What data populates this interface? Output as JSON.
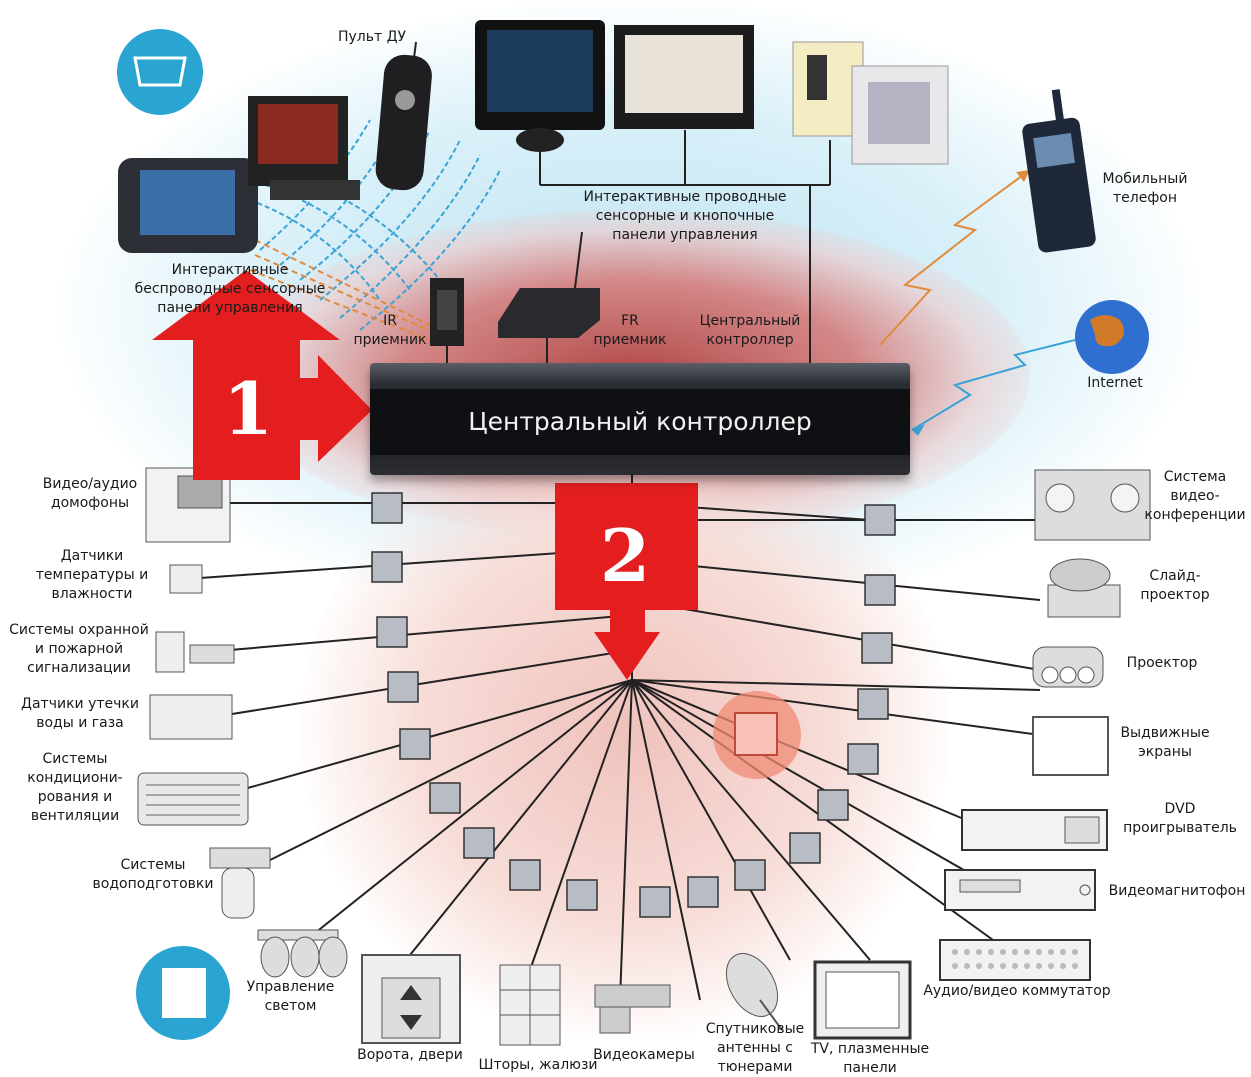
{
  "controller_title": "Центральный контроллер",
  "markers": {
    "one": "1",
    "two": "2"
  },
  "colors": {
    "marker_red": "#e41e1e",
    "wireless_blue": "#3aa3d6",
    "halo_red": "#d98080",
    "background_blue": "#d6eef7"
  },
  "top_labels": {
    "remote": "Пульт ДУ",
    "wired_panels": "Интерактивные проводные\nсенсорные и кнопочные\nпанели управления",
    "wireless_panels": "Интерактивные\nбеспроводные сенсорные\nпанели управления",
    "ir_receiver": "IR\nприемник",
    "rf_receiver": "FR\nприемник",
    "central_controller": "Центральный\nконтроллер",
    "mobile_phone": "Мобильный\nтелефон",
    "internet": "Internet"
  },
  "left_devices": [
    "Видео/аудио\nдомофоны",
    "Датчики\nтемпературы и\nвлажности",
    "Системы охранной\nи пожарной\nсигнализации",
    "Датчики утечки\nводы и газа",
    "Системы\nкондициони-\nрования и\nвентиляции",
    "Системы\nводоподготовки"
  ],
  "right_devices": [
    "Система\nвидео-\nконференции",
    "Слайд-\nпроектор",
    "Проектор",
    "Выдвижные\nэкраны",
    "DVD\nпроигрыватель",
    "Видеомагнитофон",
    "Аудио/видео коммутатор"
  ],
  "bottom_devices": [
    "Управление\nсветом",
    "Ворота, двери",
    "Шторы, жалюзи",
    "Видеокамеры",
    "Спутниковые\nантенны с\nтюнерами",
    "TV, плазменные\nпанели"
  ],
  "icons": [
    "touch-panel-icon",
    "remote-control-icon",
    "wall-keypad-icon",
    "mobile-phone-icon",
    "globe-icon",
    "ir-receiver-icon",
    "rf-receiver-icon",
    "interface-module-icon",
    "intercom-icon",
    "sensor-icon",
    "smoke-detector-icon",
    "air-conditioner-icon",
    "water-filter-icon",
    "spotlight-icon",
    "gate-icon",
    "blinds-icon",
    "camera-icon",
    "satellite-dish-icon",
    "tv-icon",
    "switcher-icon",
    "vcr-icon",
    "dvd-icon",
    "screen-icon",
    "projector-icon",
    "slide-projector-icon",
    "video-conference-icon"
  ]
}
